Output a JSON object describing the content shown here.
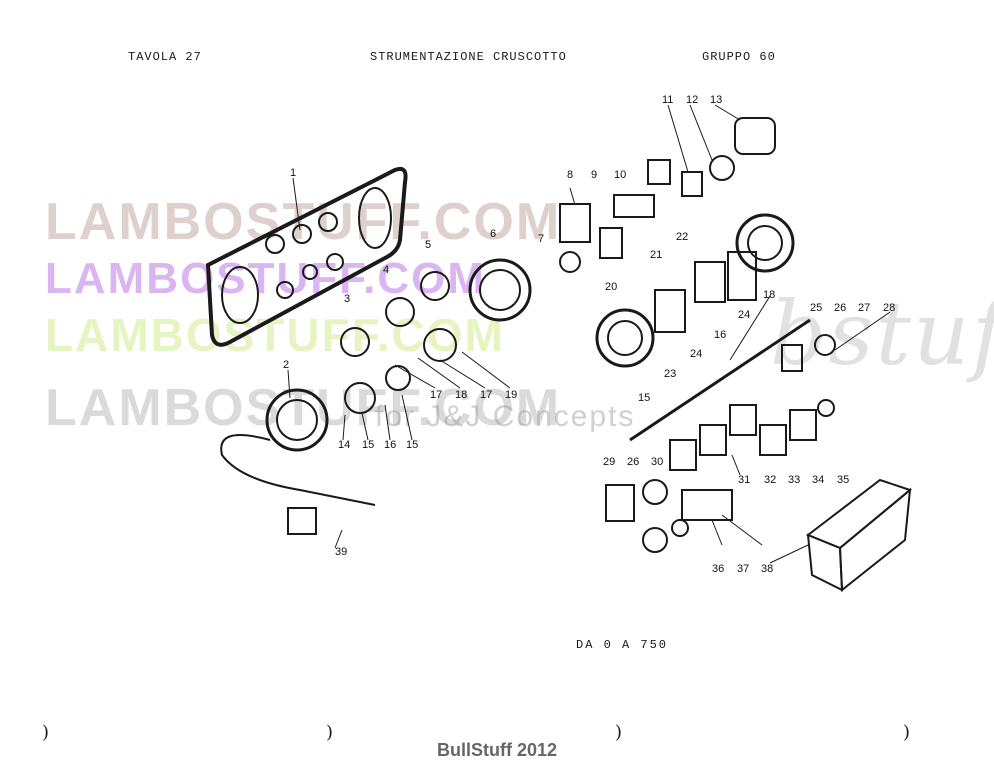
{
  "header": {
    "left": "TAVOLA  27",
    "center": "STRUMENTAZIONE CRUSCOTTO",
    "right": "GRUPPO 60"
  },
  "range_label": "DA 0  A  750",
  "footer": "BullStuff 2012",
  "watermarks": [
    "LAMBOSTUFF.COM",
    "LAMBOSTUFF.COM",
    "LAMBOSTUFF.COM",
    "LAMBOSTUFF.COM",
    "for J&J Concepts",
    "bstuff"
  ],
  "part_labels": [
    "1",
    "2",
    "3",
    "4",
    "5",
    "6",
    "7",
    "8",
    "9",
    "10",
    "11",
    "12",
    "13",
    "14",
    "15",
    "16",
    "15",
    "17",
    "18",
    "17",
    "19",
    "20",
    "21",
    "22",
    "23",
    "24",
    "16",
    "18",
    "24",
    "25",
    "26",
    "27",
    "28",
    "15",
    "29",
    "26",
    "30",
    "31",
    "32",
    "33",
    "34",
    "35",
    "36",
    "37",
    "38",
    "39"
  ],
  "colors": {
    "ink": "#1a1a1a",
    "paper": "#ffffff"
  }
}
